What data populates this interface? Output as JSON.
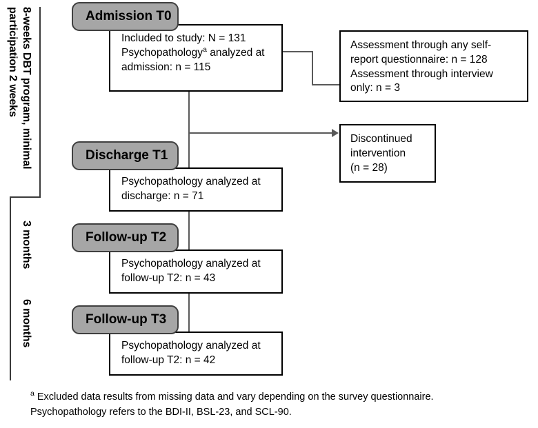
{
  "figure": {
    "type": "participant-flow-diagram",
    "title": "Study participant flow through DBT program assessments"
  },
  "timeline_labels": [
    {
      "id": "phase-program",
      "text": "8-weeks DBT program, minimal participation 2 weeks"
    },
    {
      "id": "phase-3-months",
      "text": "3 months"
    },
    {
      "id": "phase-6-months",
      "text": "6 months"
    }
  ],
  "stages": [
    {
      "id": "t0",
      "pill_label": "Admission T0",
      "box_lines": [
        "Included to study: N = 131",
        "Psychopathologyᵃ analyzed at",
        "admission: n = 115"
      ],
      "footnote_marker": "a",
      "values": {
        "N_included": 131,
        "n_analyzed": 115
      }
    },
    {
      "id": "t1",
      "pill_label": "Discharge T1",
      "box_lines": [
        "Psychopathology analyzed at",
        "discharge: n = 71"
      ],
      "values": {
        "n_analyzed": 71
      }
    },
    {
      "id": "t2",
      "pill_label": "Follow-up T2",
      "box_lines": [
        "Psychopathology analyzed at",
        "follow-up T2: n = 43"
      ],
      "values": {
        "n_analyzed": 43
      }
    },
    {
      "id": "t3",
      "pill_label": "Follow-up T3",
      "box_lines": [
        "Psychopathology analyzed at",
        "follow-up T2: n = 42"
      ],
      "values": {
        "n_analyzed": 42
      }
    }
  ],
  "side_boxes": [
    {
      "id": "assessment-mode",
      "lines": [
        "Assessment through any self-",
        "report questionnaire: n = 128",
        "Assessment through interview",
        "only: n = 3"
      ],
      "values": {
        "n_self_report": 128,
        "n_interview_only": 3
      }
    },
    {
      "id": "discontinued",
      "lines": [
        "Discontinued",
        "intervention",
        "(n = 28)"
      ],
      "values": {
        "n_discontinued": 28
      }
    }
  ],
  "footnote": {
    "marker": "a",
    "lines": [
      "Excluded data results from missing data and vary depending on the survey questionnaire.",
      "Psychopathology refers to the BDI-II, BSL-23, and SCL-90."
    ]
  },
  "colors": {
    "pill_fill": "#a6a6a6",
    "pill_border": "#3f3f3f",
    "box_border": "#000000",
    "connector": "#595959",
    "rail": "#3a3a3a",
    "background": "#ffffff",
    "text": "#000000"
  }
}
